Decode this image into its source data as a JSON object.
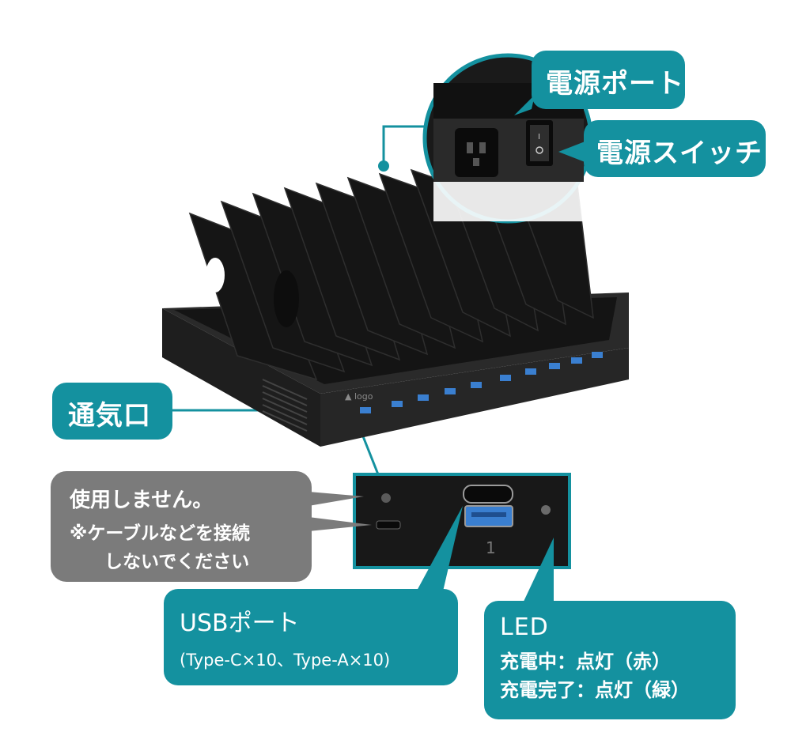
{
  "callouts": {
    "power_port": "電源ポート",
    "power_switch": "電源スイッチ",
    "vent": "通気口",
    "usb_title": "USBポート",
    "usb_detail": "(Type-C×10、Type-A×10)",
    "led_title": "LED",
    "led_charging": "充電中：点灯（赤）",
    "led_complete": "充電完了：点灯（緑）"
  },
  "unused_note": {
    "line1": "使用しません。",
    "line2": "※ケーブルなどを接続",
    "line3": "しないでください"
  },
  "device": {
    "port_number": "1",
    "brand_mark": "(logo)"
  },
  "colors": {
    "callout_teal": "#14919f",
    "note_gray": "#7b7b7b",
    "usb_blue": "#3a7fd0",
    "device_black": "#1c1c1c"
  }
}
